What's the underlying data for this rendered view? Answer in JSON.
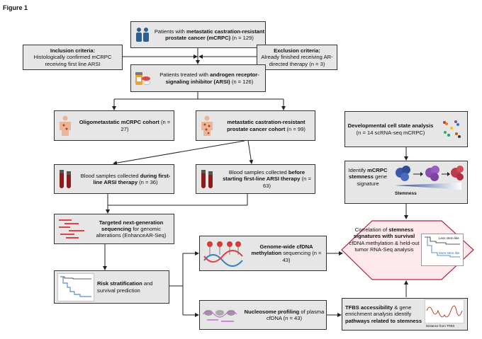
{
  "figure_label": "Figure 1",
  "nodes": {
    "patients": {
      "pre": "Patients with ",
      "bold": "metastatic castration-resistant prostate cancer (mCRPC)",
      "post": " (n = 129)"
    },
    "inclusion": {
      "bold": "Inclusion criteria:",
      "text": "Histologically confirmed mCRPC receiving first line ARSI"
    },
    "exclusion": {
      "bold": "Exclusion criteria:",
      "text": "Already finished receiving AR-directed therapy (n = 3)"
    },
    "arsi": {
      "pre": "Patients treated with ",
      "bold": "androgen receptor-signaling inhibitor (ARSI)",
      "post": " (n = 126)"
    },
    "oligo": {
      "bold": "Oligometastatic mCRPC cohort",
      "post": " (n = 27)"
    },
    "metastatic_cohort": {
      "bold": "metastatic castration-resistant prostate cancer cohort",
      "post": " (n = 99)"
    },
    "developmental": {
      "bold": "Developmental cell state analysis",
      "post": " (n = 14 scRNA-seq mCRPC)"
    },
    "blood_during": {
      "pre": "Blood samples collected ",
      "bold": "during first-line ARSI therapy",
      "post": " (n = 36)"
    },
    "blood_before": {
      "pre": "Blood samples collected ",
      "bold": "before starting first-line ARSI therapy",
      "post": " (n = 63)"
    },
    "stemness_sig": {
      "pre": "Identify ",
      "bold": "mCRPC stemness",
      "post": " gene signature",
      "axis": "Stemness"
    },
    "targeted": {
      "bold": "Targeted next-generation sequencing",
      "post": " for genomic alterations (EnhanceAR-Seq)"
    },
    "methylation": {
      "bold": "Genome-wide cfDNA methylation",
      "post": " sequencing (n = 43)"
    },
    "correlation": {
      "pre": "Correlation of ",
      "bold": "stemness signatures with survival",
      "post": " cfDNA methylation & held-out tumor RNA-Seq analysis",
      "legend_less": "Less stem-like",
      "legend_more": "More stem-like"
    },
    "risk": {
      "bold": "Risk stratification",
      "post": " and survival prediction"
    },
    "nucleosome": {
      "bold": "Nucleosome profiling",
      "post": " of plasma cfDNA (n = 43)"
    },
    "tfbs": {
      "bold1": "TFBS accessibility",
      "mid": " & gene enrichment analysis identify ",
      "bold2": "pathways related to stemness",
      "xlabel": "Distance from TFBS"
    }
  },
  "colors": {
    "box_fill": "#e6e6e6",
    "hexagon_fill": "#fde8ec",
    "hexagon_border": "#b52440",
    "blood_red": "#8b1a1a",
    "purple": "#9b3fa8",
    "blue": "#2f6fb5"
  }
}
